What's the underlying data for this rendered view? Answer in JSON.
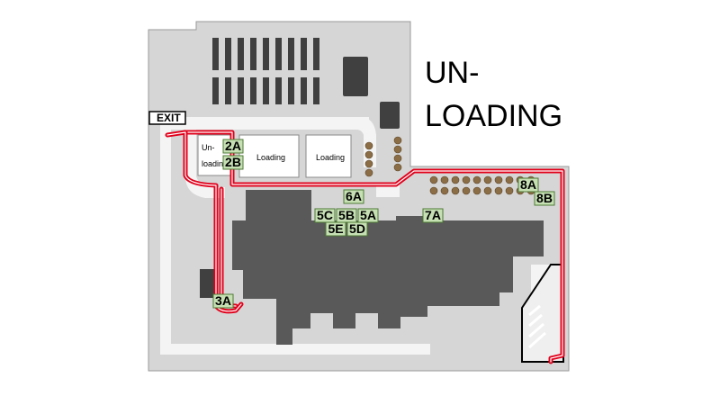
{
  "title_lines": [
    "UN-",
    "LOADING"
  ],
  "exit_label": "EXIT",
  "dock_labels": {
    "unloading": "Un-loading",
    "loading_1": "Loading",
    "loading_2": "Loading"
  },
  "zones": [
    "2A",
    "2B",
    "6A",
    "5C",
    "5B",
    "5A",
    "5E",
    "5D",
    "7A",
    "8A",
    "8B",
    "3A"
  ],
  "colors": {
    "ground": "#d6d6d6",
    "road": "#f4f4f4",
    "building": "#595959",
    "dark_block": "#404040",
    "route": "#e0001b",
    "zone_fill": "#c6e0b4",
    "zone_stroke": "#4e7a35",
    "barrel": "#8c6e46"
  }
}
